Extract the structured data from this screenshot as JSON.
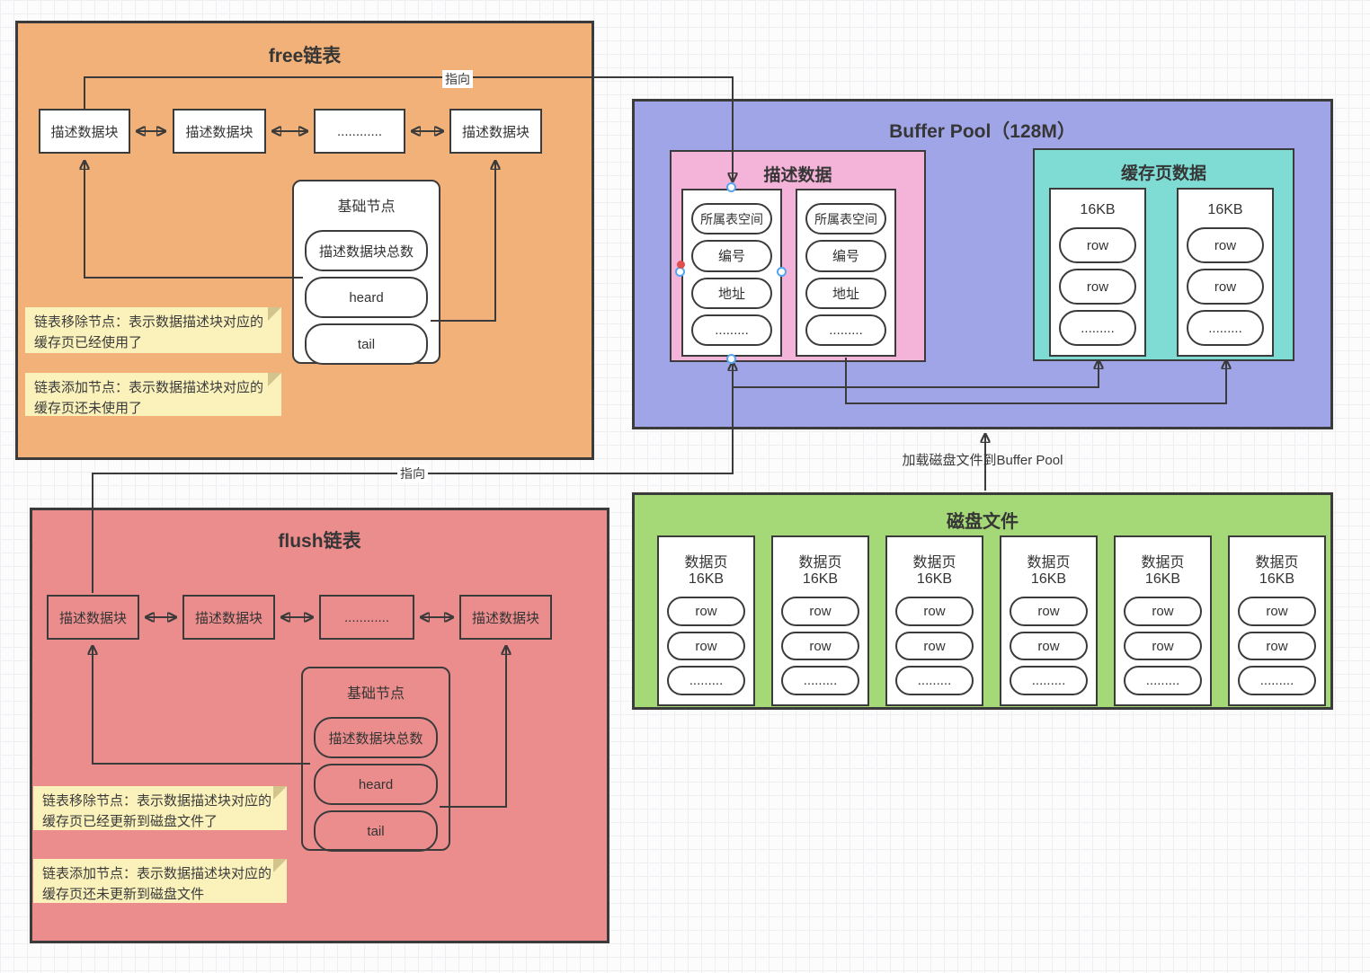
{
  "colors": {
    "free_bg": "#F2B178",
    "flush_bg": "#EC8D8D",
    "bp_bg": "#A0A5E8",
    "desc_bg": "#F4B3D8",
    "cache_bg": "#7EDCD5",
    "disk_bg": "#A5D977",
    "note_bg": "#FAF1BB",
    "note_fold": "#DCCB92",
    "line": "#3B3B3B"
  },
  "free_list": {
    "title": "free链表",
    "nodes": [
      "描述数据块",
      "描述数据块",
      "............",
      "描述数据块"
    ],
    "base_node": {
      "title": "基础节点",
      "items": [
        "描述数据块总数",
        "heard",
        "tail"
      ]
    },
    "notes": [
      "链表移除节点：表示数据描述块对应的缓存页已经使用了",
      "链表添加节点：表示数据描述块对应的缓存页还未使用了"
    ]
  },
  "flush_list": {
    "title": "flush链表",
    "nodes": [
      "描述数据块",
      "描述数据块",
      "............",
      "描述数据块"
    ],
    "base_node": {
      "title": "基础节点",
      "items": [
        "描述数据块总数",
        "heard",
        "tail"
      ]
    },
    "notes": [
      "链表移除节点：表示数据描述块对应的缓存页已经更新到磁盘文件了",
      "链表添加节点：表示数据描述块对应的缓存页还未更新到磁盘文件"
    ]
  },
  "buffer_pool": {
    "title": "Buffer Pool（128M）",
    "desc_section": {
      "title": "描述数据",
      "blocks": [
        {
          "items": [
            "所属表空间",
            "编号",
            "地址",
            "........."
          ]
        },
        {
          "items": [
            "所属表空间",
            "编号",
            "地址",
            "........."
          ]
        }
      ]
    },
    "cache_section": {
      "title": "缓存页数据",
      "blocks": [
        {
          "title": "16KB",
          "items": [
            "row",
            "row",
            "........."
          ]
        },
        {
          "title": "16KB",
          "items": [
            "row",
            "row",
            "........."
          ]
        }
      ]
    }
  },
  "disk": {
    "title": "磁盘文件",
    "blocks": [
      {
        "title": "数据页16KB",
        "items": [
          "row",
          "row",
          "........."
        ]
      },
      {
        "title": "数据页16KB",
        "items": [
          "row",
          "row",
          "........."
        ]
      },
      {
        "title": "数据页16KB",
        "items": [
          "row",
          "row",
          "........."
        ]
      },
      {
        "title": "数据页16KB",
        "items": [
          "row",
          "row",
          "........."
        ]
      },
      {
        "title": "数据页16KB",
        "items": [
          "row",
          "row",
          "........."
        ]
      },
      {
        "title": "数据页16KB",
        "items": [
          "row",
          "row",
          "........."
        ]
      }
    ]
  },
  "edge_labels": {
    "pointer_free": "指向",
    "pointer_flush": "指向",
    "load_to_bp": "加载磁盘文件到Buffer Pool"
  }
}
